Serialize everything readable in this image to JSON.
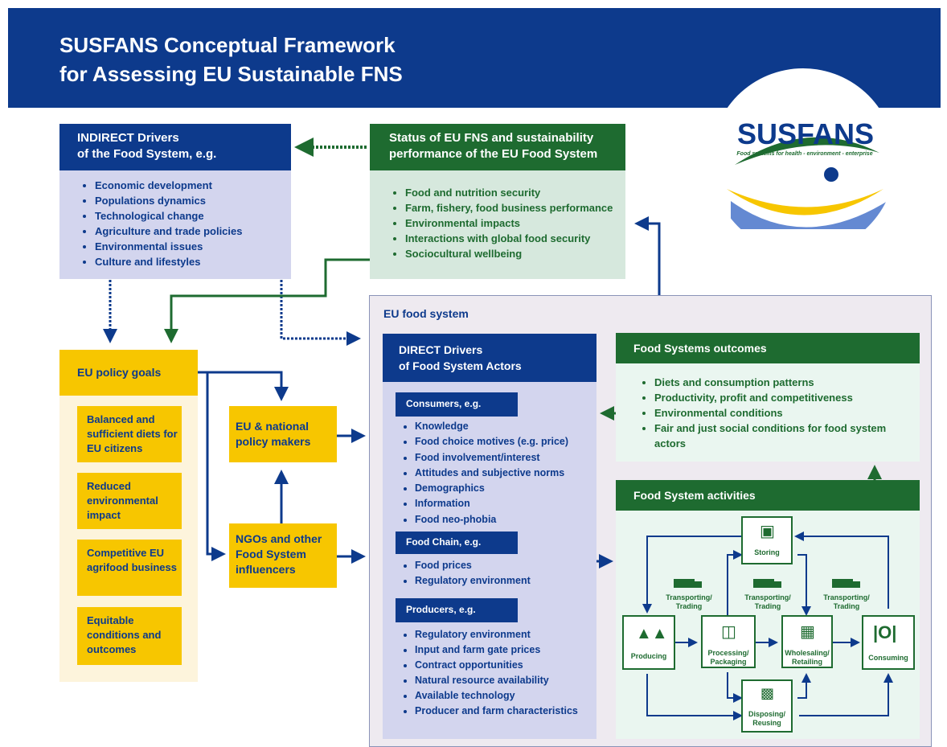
{
  "title": {
    "line1": "SUSFANS Conceptual Framework",
    "line2": "for Assessing EU Sustainable FNS"
  },
  "logo": {
    "name": "SUSFANS",
    "tagline": "Food systems for health - environment - enterprise"
  },
  "indirect": {
    "line1": "INDIRECT Drivers",
    "line2": "of the Food System, e.g.",
    "items": [
      "Economic development",
      "Populations dynamics",
      "Technological change",
      "Agriculture and trade policies",
      "Environmental issues",
      "Culture and lifestyles"
    ]
  },
  "status": {
    "line1": "Status of EU FNS and sustainability",
    "line2": "performance of the EU Food System",
    "items": [
      "Food and nutrition security",
      "Farm, fishery, food business performance",
      "Environmental impacts",
      "Interactions with global food security",
      "Sociocultural wellbeing"
    ]
  },
  "policy_goals": {
    "heading": "EU policy goals",
    "items": [
      "Balanced and sufficient diets for EU citizens",
      "Reduced environmental impact",
      "Competitive EU agrifood business",
      "Equitable conditions and outcomes"
    ]
  },
  "actors": {
    "policy_makers": "EU & national policy makers",
    "ngos": "NGOs and other Food System influencers"
  },
  "eu_food_system": {
    "label": "EU food system"
  },
  "direct": {
    "line1": "DIRECT Drivers",
    "line2": "of Food System Actors",
    "consumers": {
      "heading": "Consumers, e.g.",
      "items": [
        "Knowledge",
        "Food choice motives (e.g. price)",
        "Food involvement/interest",
        "Attitudes and subjective norms",
        "Demographics",
        "Information",
        "Food neo-phobia"
      ]
    },
    "food_chain": {
      "heading": "Food Chain, e.g.",
      "items": [
        "Food prices",
        "Regulatory environment"
      ]
    },
    "producers": {
      "heading": "Producers, e.g.",
      "items": [
        "Regulatory environment",
        "Input and farm gate prices",
        "Contract opportunities",
        "Natural resource availability",
        "Available technology",
        "Producer and farm characteristics"
      ]
    }
  },
  "outcomes": {
    "heading": "Food Systems outcomes",
    "items": [
      "Diets and consumption patterns",
      "Productivity, profit and competitiveness",
      "Environmental conditions",
      "Fair and just social conditions for food system actors"
    ]
  },
  "activities": {
    "heading": "Food System activities",
    "storing": "Storing",
    "producing": "Producing",
    "processing": "Processing/ Packaging",
    "wholesaling": "Wholesaling/ Retailing",
    "consuming": "Consuming",
    "disposing": "Disposing/ Reusing",
    "transport": "Transporting/ Trading"
  },
  "colors": {
    "navy": "#0d3a8c",
    "green": "#1e6b30",
    "gold": "#f7c600",
    "lavender": "#d3d5ee",
    "mint": "#d6e8dd"
  }
}
